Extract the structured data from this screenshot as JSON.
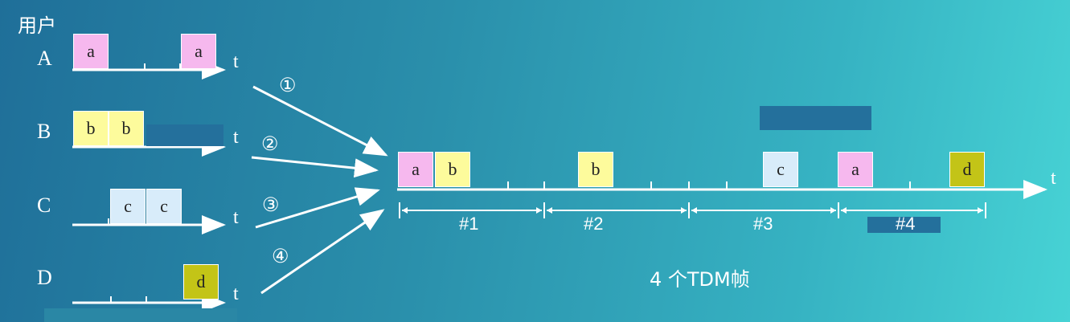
{
  "title": "用户",
  "users": [
    {
      "name": "A",
      "t": "t",
      "slots": [
        "a",
        "a"
      ]
    },
    {
      "name": "B",
      "t": "t",
      "slots": [
        "b",
        "b"
      ]
    },
    {
      "name": "C",
      "t": "t",
      "slots": [
        "c",
        "c"
      ]
    },
    {
      "name": "D",
      "t": "t",
      "slots": [
        "d"
      ]
    }
  ],
  "arrows": [
    "①",
    "②",
    "③",
    "④"
  ],
  "output": {
    "t": "t",
    "slots": [
      "a",
      "b",
      "b",
      "c",
      "a",
      "d"
    ],
    "frames": [
      "#1",
      "#2",
      "#3",
      "#4"
    ],
    "caption": "4 个TDM帧"
  }
}
